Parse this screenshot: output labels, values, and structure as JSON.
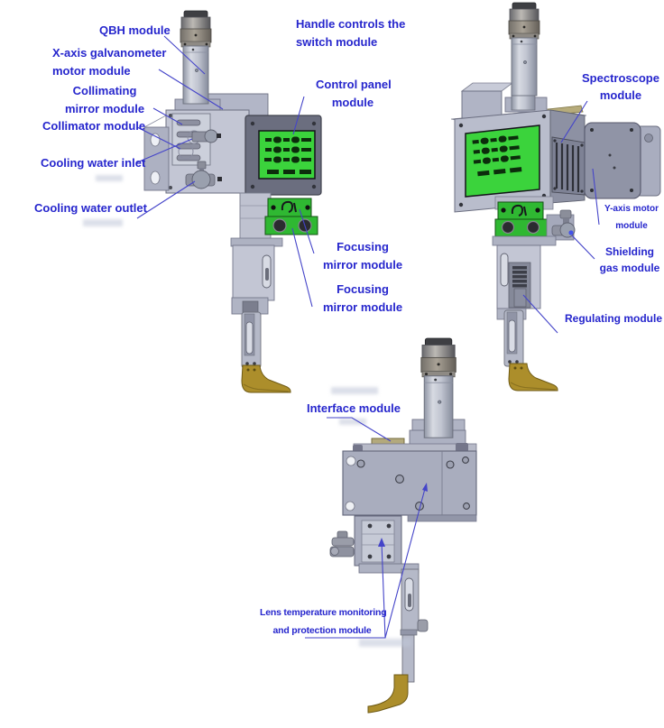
{
  "figure": {
    "type": "labeled engineering diagram",
    "subject": "laser welding head module callouts, three CAD views",
    "colors": {
      "label_blue": "#2626cd",
      "leader_blue": "#4444c9",
      "screen_green": "#3bd33c",
      "module_green": "#2fb832",
      "body_gray": "#c3c6d4",
      "panel_gray": "#6b6e7f",
      "nozzle_gold": "#ac8e2b",
      "background": "#ffffff"
    }
  },
  "labels": {
    "qbh": {
      "text": "QBH module"
    },
    "xaxis_motor": {
      "line1": "X-axis galvanometer",
      "line2": "motor module"
    },
    "collimating": {
      "line1": "Collimating",
      "line2": "mirror module"
    },
    "collimator": {
      "text": "Collimator module"
    },
    "cooling_inlet": {
      "text": "Cooling water inlet"
    },
    "cooling_outlet": {
      "text": "Cooling water outlet"
    },
    "handle_switch": {
      "line1": "Handle controls the",
      "line2": "switch module"
    },
    "control_panel": {
      "line1": "Control panel",
      "line2": "module"
    },
    "spectroscope": {
      "line1": "Spectroscope",
      "line2": "module"
    },
    "yaxis_motor": {
      "line1": "Y-axis motor",
      "line2": "module"
    },
    "shielding_gas": {
      "line1": "Shielding",
      "line2": "gas module"
    },
    "regulating": {
      "text": "Regulating module"
    },
    "focusing_1": {
      "line1": "Focusing",
      "line2": "mirror module"
    },
    "focusing_2": {
      "line1": "Focusing",
      "line2": "mirror module"
    },
    "interface": {
      "text": "Interface module"
    },
    "lens_temp": {
      "line1": "Lens temperature monitoring",
      "line2": "and protection module"
    }
  }
}
